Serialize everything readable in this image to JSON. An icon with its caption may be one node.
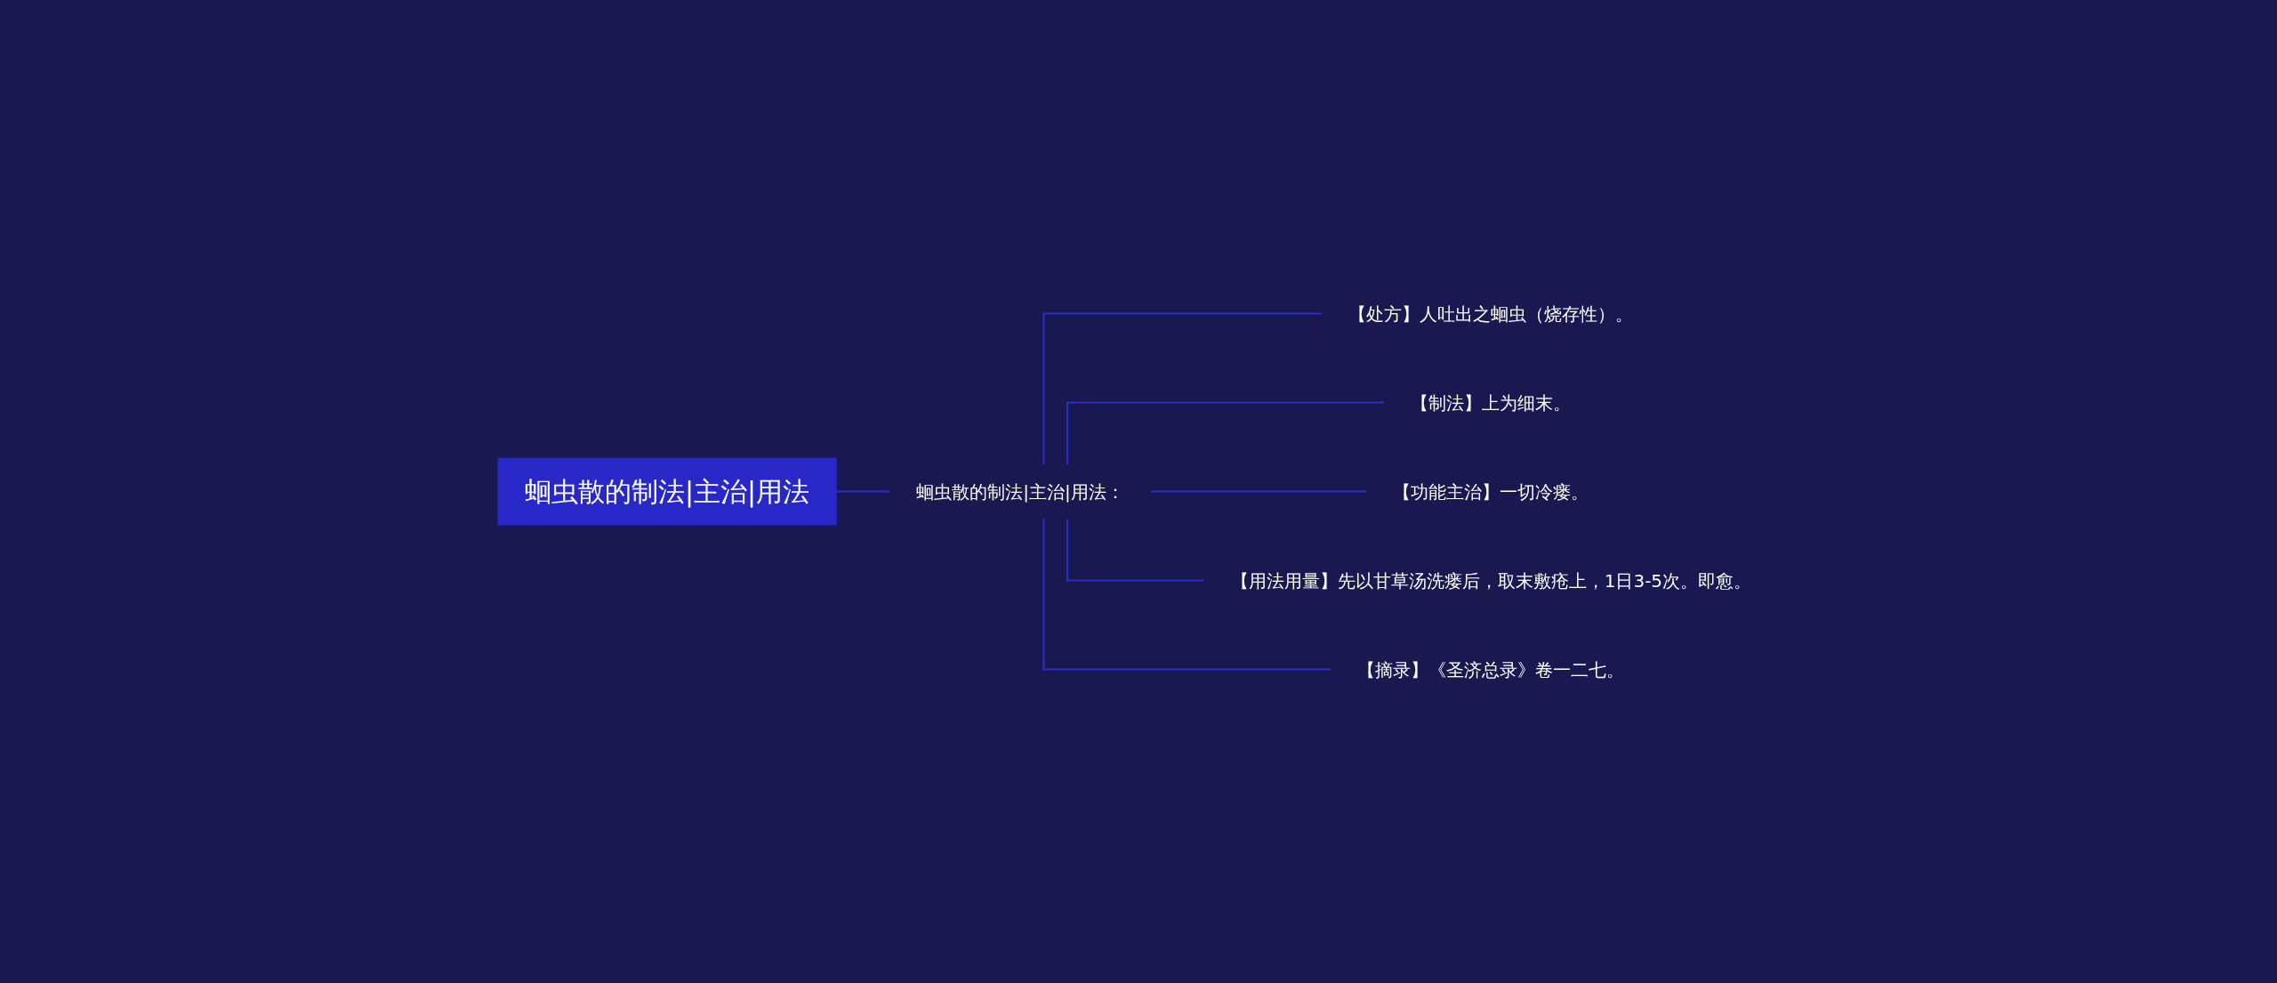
{
  "diagram": {
    "nodes": [
      {
        "text": [
          "蛔虫散的制法|主治|用法"
        ]
      },
      {
        "text": [
          "蛔虫散的制法|主治|用法："
        ]
      },
      {
        "text": [
          "【处方】人吐出之蛔虫（烧存性）。"
        ]
      },
      {
        "text": [
          "【制法】上为细末。"
        ]
      },
      {
        "text": [
          "【功能主治】一切冷瘘。"
        ]
      },
      {
        "text": [
          "【用法用量】先以甘草汤洗瘘后，取末敷疮上，1日3-5次。即愈。"
        ]
      },
      {
        "text": [
          "【摘录】《圣济总录》卷一二七。"
        ]
      }
    ],
    "edges": [
      {
        "from": 0,
        "to": 1,
        "arrow": "none"
      },
      {
        "from": 1,
        "to": 2,
        "arrow": "none"
      },
      {
        "from": 1,
        "to": 3,
        "arrow": "none"
      },
      {
        "from": 1,
        "to": 4,
        "arrow": "none"
      },
      {
        "from": 1,
        "to": 5,
        "arrow": "none"
      },
      {
        "from": 1,
        "to": 6,
        "arrow": "none"
      }
    ]
  }
}
